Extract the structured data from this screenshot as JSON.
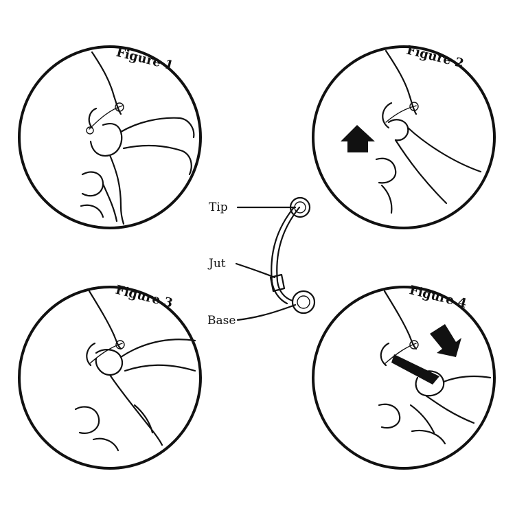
{
  "figures": {
    "figure1": "Figure 1",
    "figure2": "Figure 2",
    "figure3": "Figure 3",
    "figure4": "Figure 4"
  },
  "parts": {
    "tip": "Tip",
    "jut": "Jut",
    "base": "Base"
  }
}
